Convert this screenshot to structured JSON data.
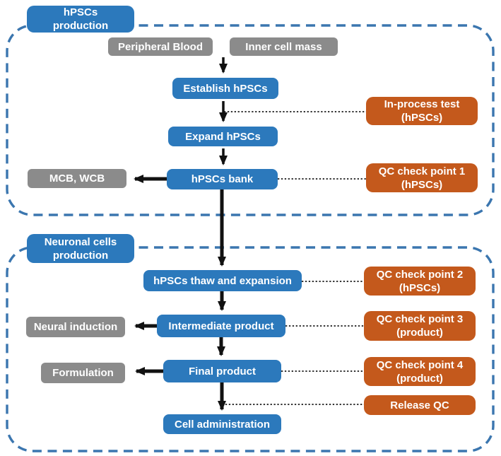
{
  "colors": {
    "box_blue": "#2C79BC",
    "box_orange": "#C4591C",
    "box_gray": "#8B8B8B",
    "border_blue": "#3B76AF",
    "arrow_black": "#111111",
    "text_white": "#FFFFFF"
  },
  "section1": {
    "label_lines": [
      "hPSCs",
      "production"
    ],
    "nodes": {
      "peripheral_blood": "Peripheral Blood",
      "inner_cell_mass": "Inner cell mass",
      "establish": "Establish hPSCs",
      "expand": "Expand hPSCs",
      "bank": "hPSCs bank",
      "mcb_wcb": "MCB, WCB",
      "in_process_test": [
        "In-process test",
        "(hPSCs)"
      ],
      "qc1": [
        "QC check point 1",
        "(hPSCs)"
      ]
    }
  },
  "section2": {
    "label_lines": [
      "Neuronal cells",
      "production"
    ],
    "nodes": {
      "thaw": "hPSCs thaw and expansion",
      "intermediate": "Intermediate product",
      "final": "Final product",
      "cell_admin": "Cell administration",
      "neural_induction": "Neural induction",
      "formulation": "Formulation",
      "qc2": [
        "QC check point 2",
        "(hPSCs)"
      ],
      "qc3": [
        "QC check point 3",
        "(product)"
      ],
      "qc4": [
        "QC check point 4",
        "(product)"
      ],
      "release_qc": "Release QC"
    }
  }
}
